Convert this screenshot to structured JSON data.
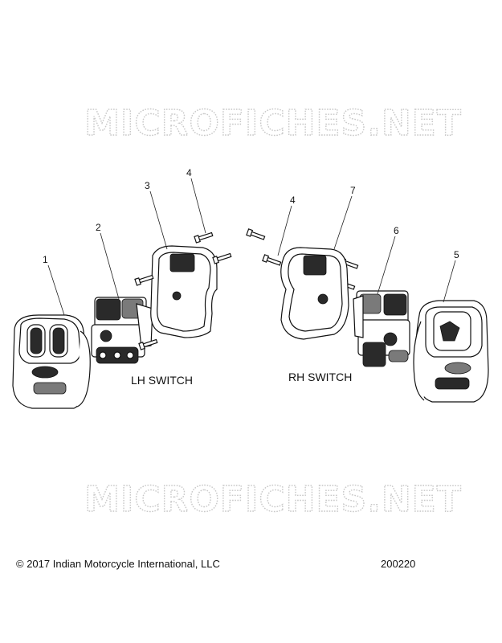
{
  "watermark": "MICROFICHES.NET",
  "callouts": [
    "1",
    "2",
    "3",
    "4",
    "4",
    "7",
    "6",
    "5"
  ],
  "labels": {
    "lh": "LH SWITCH",
    "rh": "RH SWITCH"
  },
  "footer": {
    "copyright": "© 2017 Indian Motorcycle International, LLC",
    "part_number": "200220"
  }
}
